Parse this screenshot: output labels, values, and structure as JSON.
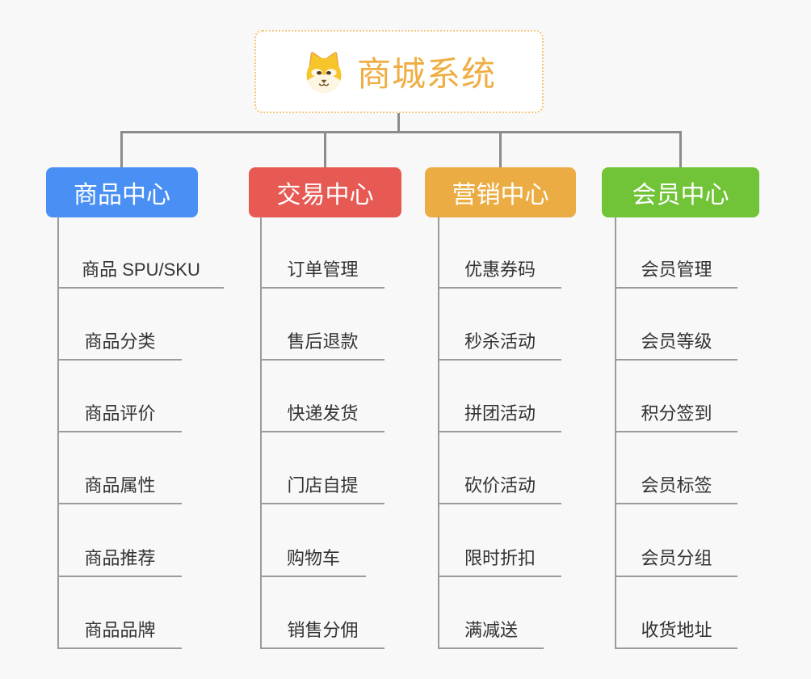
{
  "root": {
    "title": "商城系统",
    "icon": "dog-face-icon"
  },
  "branches": [
    {
      "label": "商品中心",
      "color": "#4a90f4",
      "items": [
        "商品 SPU/SKU",
        "商品分类",
        "商品评价",
        "商品属性",
        "商品推荐",
        "商品品牌"
      ]
    },
    {
      "label": "交易中心",
      "color": "#e75a54",
      "items": [
        "订单管理",
        "售后退款",
        "快递发货",
        "门店自提",
        "购物车",
        "销售分佣"
      ]
    },
    {
      "label": "营销中心",
      "color": "#ecac44",
      "items": [
        "优惠券码",
        "秒杀活动",
        "拼团活动",
        "砍价活动",
        "限时折扣",
        "满减送"
      ]
    },
    {
      "label": "会员中心",
      "color": "#71c337",
      "items": [
        "会员管理",
        "会员等级",
        "积分签到",
        "会员标签",
        "会员分组",
        "收货地址"
      ]
    }
  ],
  "colors": {
    "background": "#f8f8f8",
    "root_title": "#efae43",
    "root_border": "#f3c577",
    "connector": "#8c8c8c",
    "underline": "#9b9b9b",
    "item_text": "#333333"
  }
}
